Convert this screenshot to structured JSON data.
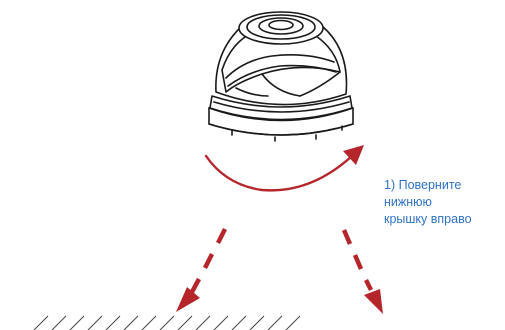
{
  "instruction": {
    "lines": [
      "1) Поверните",
      "нижнюю",
      "крышку вправо"
    ]
  },
  "colors": {
    "line_art": "#1a1a1a",
    "arrow": "#b5262b",
    "caption": "#2f73c6",
    "hatching": "#444444"
  },
  "icons": {
    "camera": "dome-camera-icon",
    "rotate": "rotation-arrow-icon",
    "down_arrows": "dashed-down-arrow-icon"
  }
}
